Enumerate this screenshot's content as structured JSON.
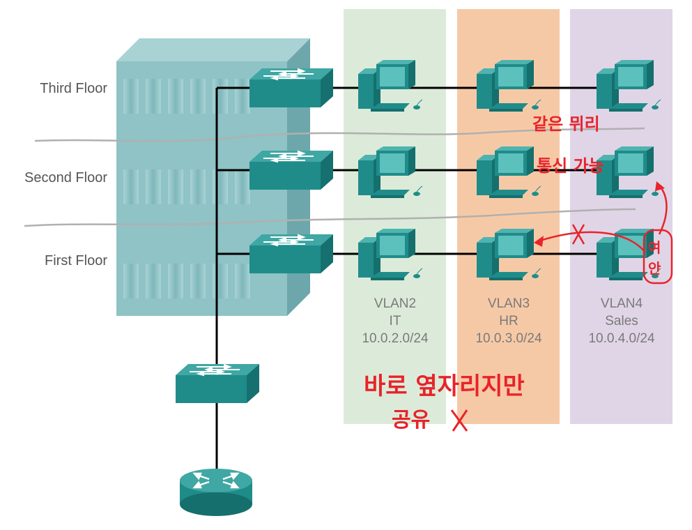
{
  "floors": [
    {
      "label": "Third Floor"
    },
    {
      "label": "Second Floor"
    },
    {
      "label": "First Floor"
    }
  ],
  "vlans": [
    {
      "name": "VLAN2",
      "dept": "IT",
      "subnet": "10.0.2.0/24",
      "color": "#dcebd9"
    },
    {
      "name": "VLAN3",
      "dept": "HR",
      "subnet": "10.0.3.0/24",
      "color": "#f6c9a6"
    },
    {
      "name": "VLAN4",
      "dept": "Sales",
      "subnet": "10.0.4.0/24",
      "color": "#e0d5e6"
    }
  ],
  "annotations": {
    "same_vlan_line1": "같은 뮈리",
    "same_vlan_line2": "통신 가능",
    "blocked_side1": "여",
    "blocked_side2": "안",
    "bottom_line1": "바로 옆자리지만",
    "bottom_line2": "공유"
  },
  "colors": {
    "building_front": "#8fc3c6",
    "building_top": "#a9d2d4",
    "building_side": "#6da7ab",
    "device_teal": "#1f8c8a",
    "device_light": "#5cc0bd",
    "annotation_red": "#e8232a",
    "cable": "#000000",
    "floor_divider": "#b0b0b0"
  }
}
